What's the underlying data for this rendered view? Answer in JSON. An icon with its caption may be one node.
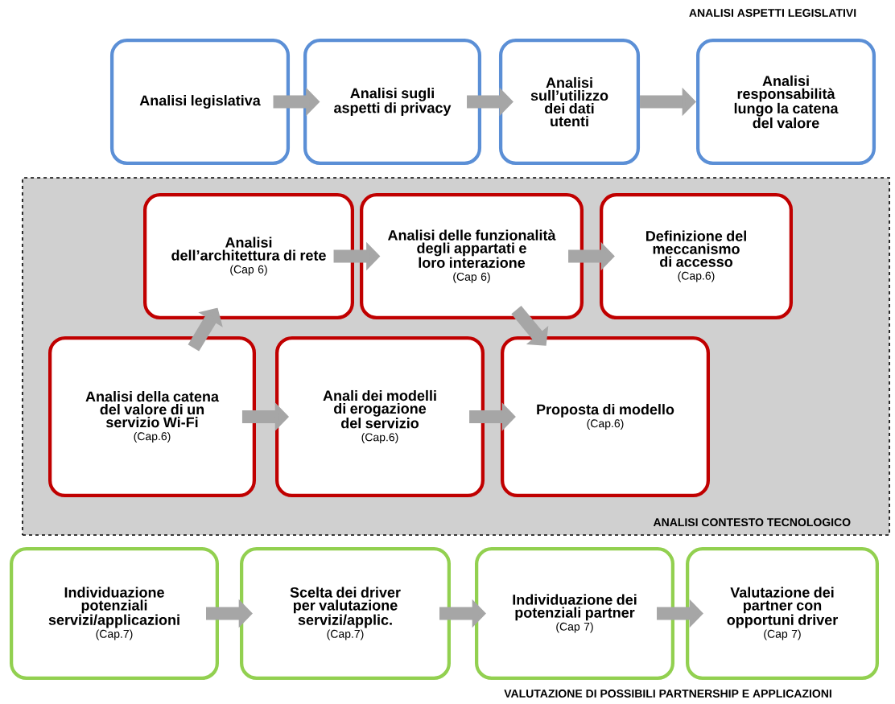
{
  "diagram": {
    "nodes": [
      {
        "text": [
          "Analisi legislativa"
        ]
      },
      {
        "text": [
          "Analisi sugli aspetti di privacy"
        ]
      },
      {
        "text": [
          "Analisi sull’utilizzo dei dati utenti"
        ]
      },
      {
        "text": [
          "Analisi responsabilità lungo la catena del valore"
        ]
      },
      {
        "text": [
          "ANALISI CONTESTO TECNOLOGICO"
        ]
      },
      {
        "text": [
          "Analisi dell’architettura di rete",
          "(Cap 6)"
        ],
        "in": 4
      },
      {
        "text": [
          "Analisi delle funzionalità degli appartati e loro interazione",
          "(Cap 6)"
        ],
        "in": 4
      },
      {
        "text": [
          "Definizione del meccanismo di accesso",
          "(Cap.6)"
        ],
        "in": 4
      },
      {
        "text": [
          "Analisi della catena del valore di un servizio Wi-Fi",
          "(Cap.6)"
        ],
        "in": 4
      },
      {
        "text": [
          "Anali dei modelli di erogazione del servizio",
          "(Cap.6)"
        ],
        "in": 4
      },
      {
        "text": [
          "Proposta di modello",
          "(Cap.6)"
        ],
        "in": 4
      },
      {
        "text": [
          "Individuazione potenziali servizi/applicazioni",
          "(Cap.7)"
        ]
      },
      {
        "text": [
          "Scelta dei driver per valutazione servizi/applic.",
          "(Cap.7)"
        ]
      },
      {
        "text": [
          "Individuazione dei potenziali partner",
          "(Cap 7)"
        ]
      },
      {
        "text": [
          "Valutazione dei partner con opportuni driver",
          "(Cap 7)"
        ]
      }
    ],
    "edges": [
      {
        "from": 0,
        "to": 1,
        "arrow": "to"
      },
      {
        "from": 1,
        "to": 2,
        "arrow": "to"
      },
      {
        "from": 2,
        "to": 3,
        "arrow": "to"
      },
      {
        "from": 5,
        "to": 6,
        "arrow": "to"
      },
      {
        "from": 6,
        "to": 7,
        "arrow": "to"
      },
      {
        "from": 8,
        "to": 5,
        "arrow": "to"
      },
      {
        "from": 8,
        "to": 9,
        "arrow": "to"
      },
      {
        "from": 9,
        "to": 10,
        "arrow": "to"
      },
      {
        "from": 6,
        "to": 10,
        "arrow": "to"
      },
      {
        "from": 11,
        "to": 12,
        "arrow": "to"
      },
      {
        "from": 12,
        "to": 13,
        "arrow": "to"
      },
      {
        "from": 13,
        "to": 14,
        "arrow": "to"
      }
    ],
    "labels": [
      "ANALISI ASPETTI LEGISLATIVI",
      "VALUTAZIONE DI POSSIBILI PARTNERSHIP E APPLICAZIONI"
    ]
  }
}
